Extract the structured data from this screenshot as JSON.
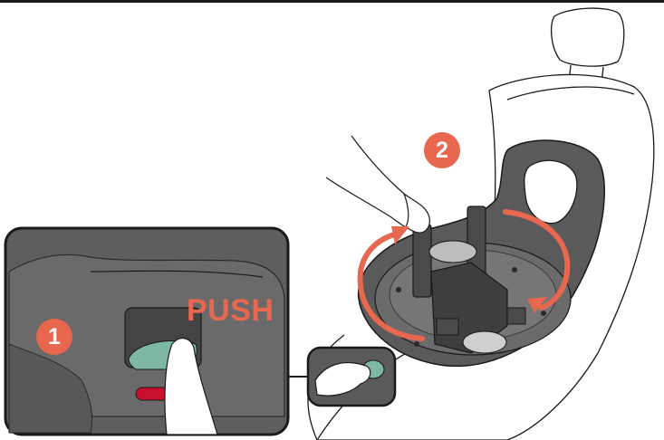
{
  "steps": [
    {
      "number": "1",
      "label": "PUSH"
    },
    {
      "number": "2"
    }
  ],
  "colors": {
    "accent": "#e8674f",
    "button_green": "#7fb7a6",
    "indicator_red": "#c8102e",
    "base_dark": "#5a5a5a",
    "line": "#1a1a1a"
  },
  "icons": [
    "rotate-arrow-icon",
    "hand-icon",
    "car-seat-illustration"
  ]
}
